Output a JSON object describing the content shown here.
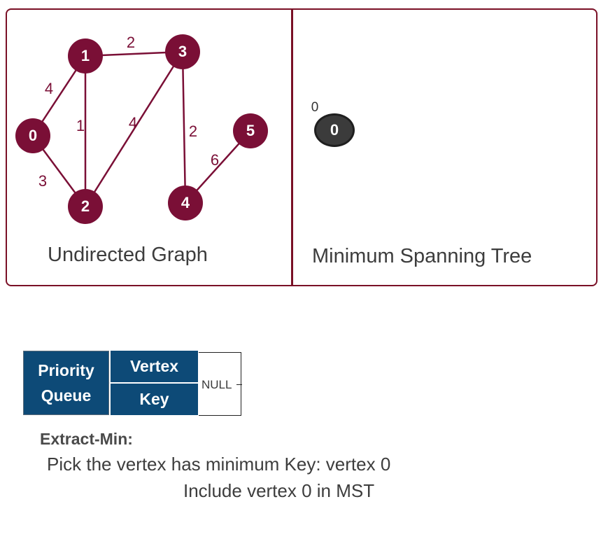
{
  "graph": {
    "caption": "Undirected Graph",
    "node_color": "#7a0f36",
    "vertices": [
      {
        "id": "0",
        "label": "0"
      },
      {
        "id": "1",
        "label": "1"
      },
      {
        "id": "2",
        "label": "2"
      },
      {
        "id": "3",
        "label": "3"
      },
      {
        "id": "4",
        "label": "4"
      },
      {
        "id": "5",
        "label": "5"
      }
    ],
    "edges": [
      {
        "from": "0",
        "to": "1",
        "weight": "4"
      },
      {
        "from": "0",
        "to": "2",
        "weight": "3"
      },
      {
        "from": "1",
        "to": "2",
        "weight": "1"
      },
      {
        "from": "1",
        "to": "3",
        "weight": "2"
      },
      {
        "from": "3",
        "to": "2",
        "weight": "4"
      },
      {
        "from": "3",
        "to": "4",
        "weight": "2"
      },
      {
        "from": "4",
        "to": "5",
        "weight": "6"
      }
    ]
  },
  "mst": {
    "caption": "Minimum Spanning Tree",
    "node_color": "#3b3b3b",
    "vertices": [
      {
        "id": "0",
        "label": "0",
        "key": "0"
      }
    ]
  },
  "priority_queue": {
    "label_line1": "Priority",
    "label_line2": "Queue",
    "vertex_header": "Vertex",
    "key_header": "Key",
    "null_text": "NULL",
    "header_color": "#0d4a77"
  },
  "extract_min": {
    "title": "Extract-Min:",
    "line1": "Pick the vertex has minimum Key: vertex 0",
    "line2": "Include vertex 0 in MST"
  },
  "frame_color": "#7a1026"
}
